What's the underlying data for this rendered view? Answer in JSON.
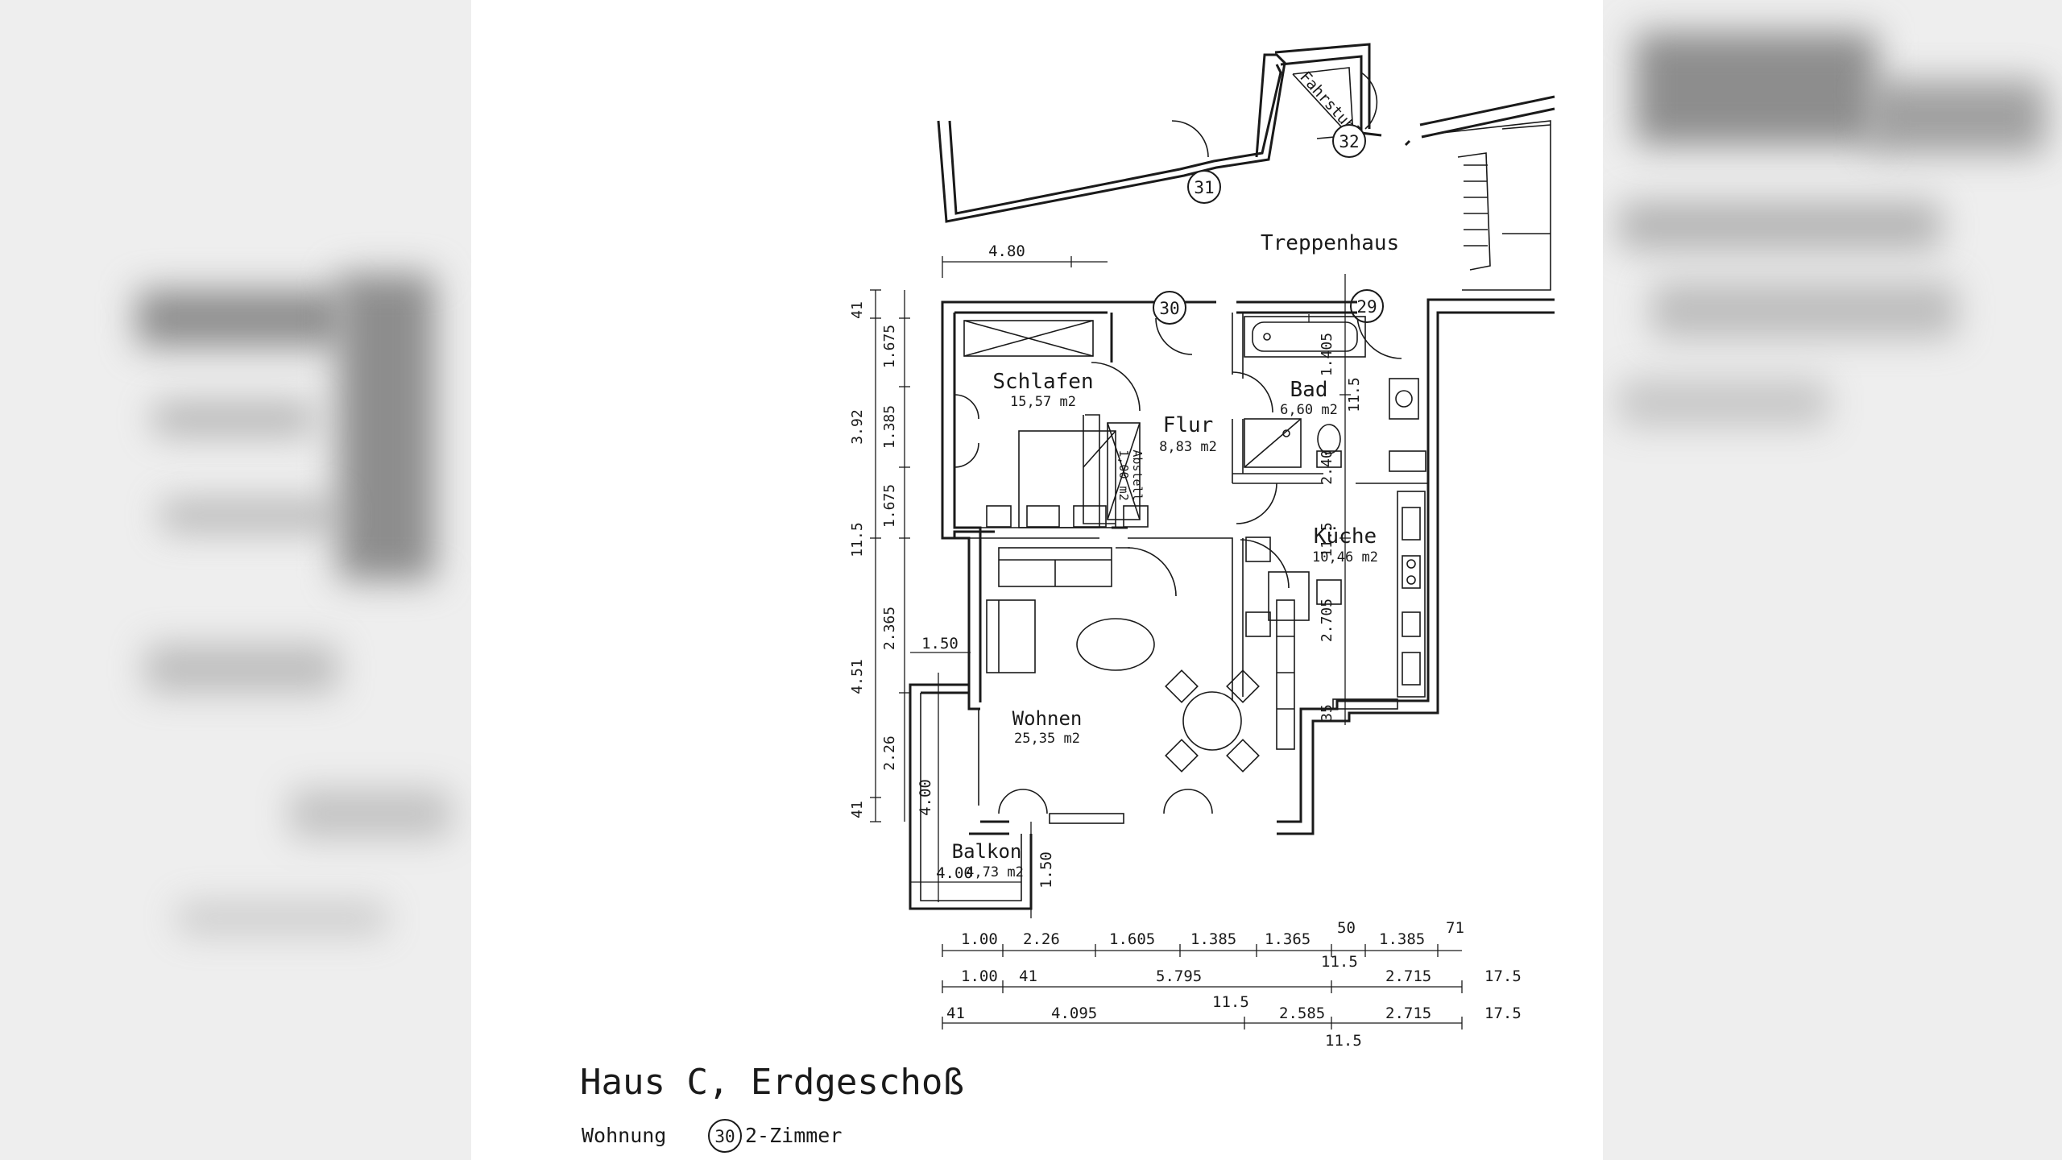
{
  "stair_label": "Treppenhaus",
  "elevator_label": "Fahrstuhl",
  "unit_numbers": {
    "u29": "29",
    "u30": "30",
    "u31": "31",
    "u32": "32"
  },
  "rooms": {
    "schlafen": {
      "name": "Schlafen",
      "area": "15,57 m2"
    },
    "flur": {
      "name": "Flur",
      "area": "8,83 m2"
    },
    "abstell": {
      "name": "Abstell",
      "area": "1,00 m2"
    },
    "bad": {
      "name": "Bad",
      "area": "6,60 m2"
    },
    "kueche": {
      "name": "Küche",
      "area": "10,46 m2"
    },
    "wohnen": {
      "name": "Wohnen",
      "area": "25,35 m2"
    },
    "balkon": {
      "name": "Balkon",
      "area": "4,73 m2"
    }
  },
  "dimensions": {
    "top_width": "4.80",
    "left_outer": [
      "41",
      "3.92",
      "11.5",
      "4.51",
      "41"
    ],
    "left_inner": [
      "1.675",
      "1.385",
      "1.675",
      "2.365",
      "2.26"
    ],
    "right": [
      "1.405",
      "11.5",
      "2.40",
      "11.5",
      "2.705",
      "35"
    ],
    "balkon_depth": "1.50",
    "balkon_side": "4.00",
    "balkon_width": "4.00",
    "balkon_front": "1.50",
    "row1": [
      "1.00",
      "2.26",
      "1.605",
      "1.385",
      "1.365",
      "50",
      "1.385",
      "71",
      "11.5"
    ],
    "row2": [
      "1.00",
      "41",
      "5.795",
      "2.715",
      "17.5"
    ],
    "row3": [
      "41",
      "4.095",
      "11.5",
      "2.585",
      "2.715",
      "17.5",
      "11.5"
    ]
  },
  "title": "Haus C, Erdgeschoß",
  "subtitle": {
    "prefix": "Wohnung",
    "number": "30",
    "suffix": "2-Zimmer"
  }
}
